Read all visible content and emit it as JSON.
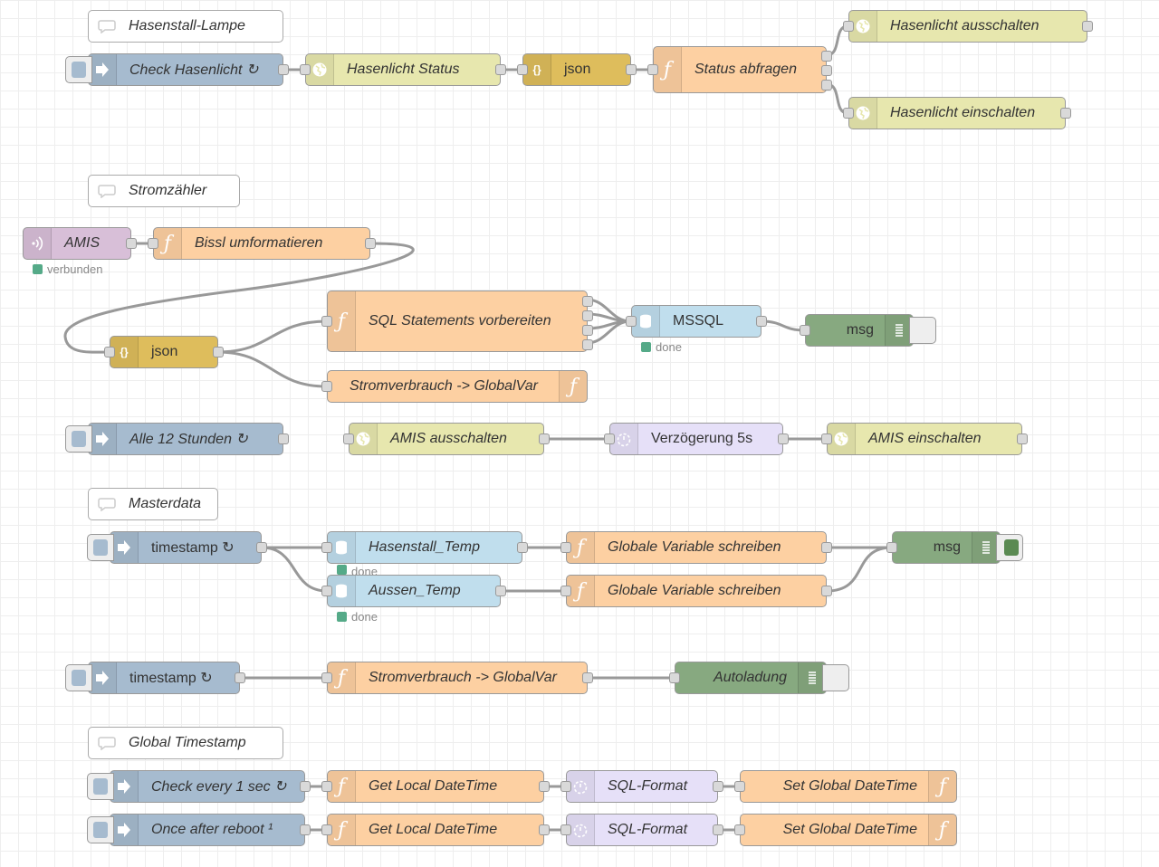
{
  "groups": {
    "hasenstall": {
      "comment": "Hasenstall-Lampe",
      "inject": "Check Hasenlicht ↻",
      "http_status": "Hasenlicht Status",
      "json": "json",
      "function": "Status abfragen",
      "off": "Hasenlicht ausschalten",
      "on": "Hasenlicht einschalten"
    },
    "stromzaehler": {
      "comment": "Stromzähler",
      "mqtt": "AMIS",
      "mqtt_status": "verbunden",
      "reformat": "Bissl umformatieren",
      "json": "json",
      "sql": "SQL Statements vorbereiten",
      "mssql": "MSSQL",
      "mssql_status": "done",
      "debug": "msg",
      "globalvar": "Stromverbrauch -> GlobalVar",
      "inject": "Alle 12 Stunden ↻",
      "amis_off": "AMIS ausschalten",
      "delay": "Verzögerung 5s",
      "amis_on": "AMIS einschalten"
    },
    "masterdata": {
      "comment": "Masterdata",
      "inject": "timestamp ↻",
      "db1": "Hasenstall_Temp",
      "db1_status": "done",
      "db2": "Aussen_Temp",
      "db2_status": "done",
      "func1": "Globale Variable schreiben",
      "func2": "Globale Variable schreiben",
      "debug": "msg"
    },
    "autoladung": {
      "inject": "timestamp ↻",
      "func": "Stromverbrauch -> GlobalVar",
      "debug": "Autoladung"
    },
    "global_timestamp": {
      "comment": "Global Timestamp",
      "inject1": "Check every 1 sec ↻",
      "inject2": "Once after reboot ¹",
      "local1": "Get Local DateTime",
      "local2": "Get Local DateTime",
      "sql1": "SQL-Format",
      "sql2": "SQL-Format",
      "set1": "Set Global DateTime",
      "set2": "Set Global DateTime"
    }
  },
  "colors": {
    "inject": "#a6bbcf",
    "http": "#e7e7ae",
    "json": "#debd5c",
    "function": "#fdd0a2",
    "mqtt": "#d8bfd8",
    "database": "#c0deed",
    "debug": "#87a980",
    "delay": "#e6e0f8",
    "wire": "#999999"
  },
  "icons": [
    "comment-icon",
    "inject-arrow-icon",
    "globe-icon",
    "json-braces-icon",
    "function-icon",
    "mqtt-signal-icon",
    "database-icon",
    "debug-list-icon",
    "timer-icon"
  ]
}
